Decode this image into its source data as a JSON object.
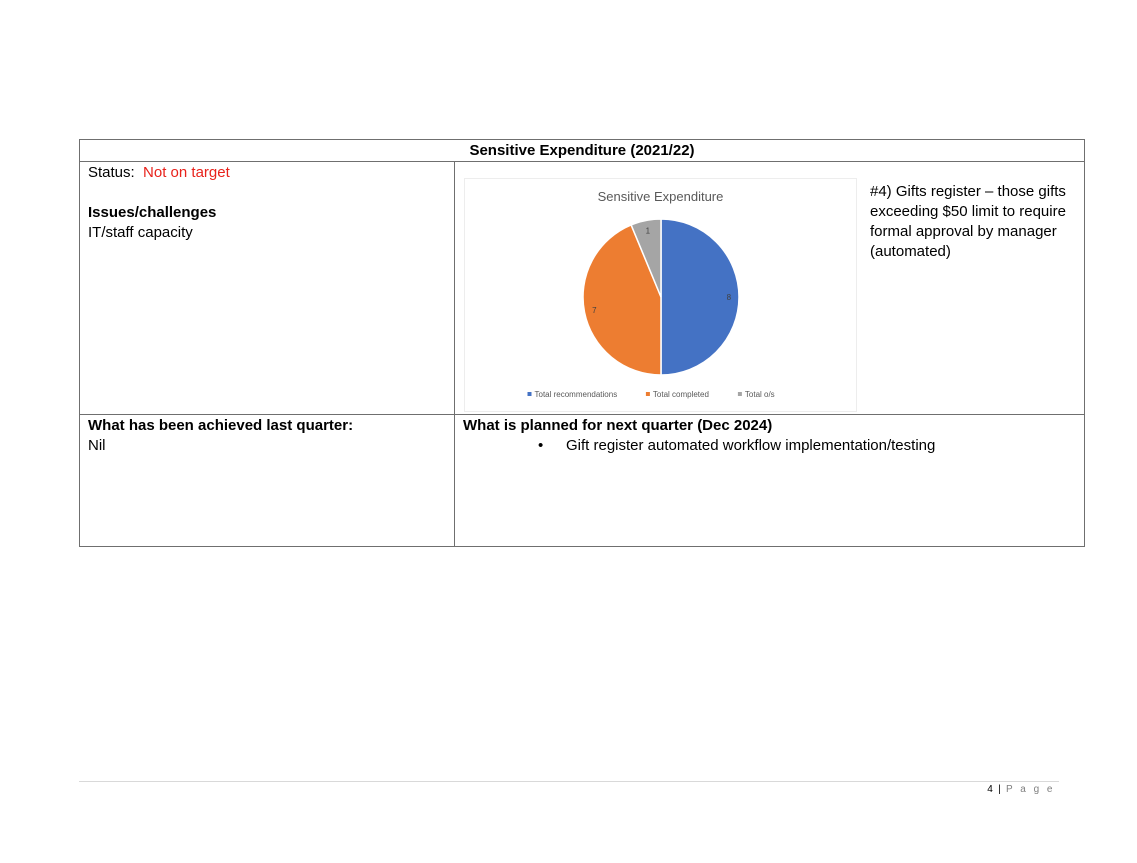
{
  "table": {
    "header": "Sensitive Expenditure (2021/22)",
    "status": {
      "label": "Status:",
      "value": "Not on target",
      "value_color": "#e8221b"
    },
    "issues": {
      "heading": "Issues/challenges",
      "text": "IT/staff capacity"
    },
    "chart_note": "#4) Gifts register – those gifts exceeding $50 limit to require formal approval by manager (automated)",
    "achieved": {
      "heading": "What has been achieved last quarter:",
      "text": "Nil"
    },
    "planned": {
      "heading": "What is planned for next quarter (Dec 2024)",
      "items": [
        "Gift register automated workflow implementation/testing"
      ]
    }
  },
  "chart_data": {
    "type": "pie",
    "title": "Sensitive Expenditure",
    "categories": [
      "Total recommendations",
      "Total completed",
      "Total o/s"
    ],
    "values": [
      8,
      7,
      1
    ],
    "colors": [
      "#4472c4",
      "#ed7d31",
      "#a5a5a5"
    ],
    "data_labels": [
      "8",
      "7",
      "1"
    ],
    "legend_position": "bottom"
  },
  "footer": {
    "page_number": "4",
    "separator": "|",
    "page_label": "P a g e"
  }
}
